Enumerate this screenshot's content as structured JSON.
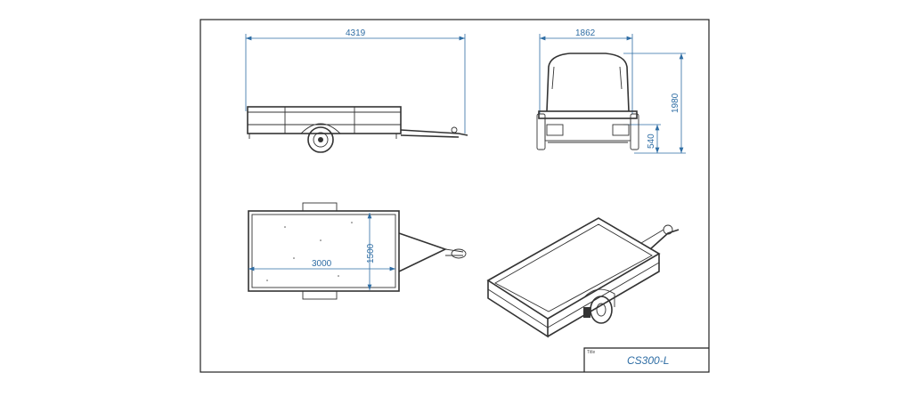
{
  "dimensions": {
    "side_length": "4319",
    "rear_width": "1862",
    "rear_height": "1980",
    "rear_bed_height": "540",
    "top_length": "3000",
    "top_width": "1500"
  },
  "title_block": {
    "label": "Title",
    "value": "CS300-L"
  },
  "colors": {
    "dimension": "#2e6da4",
    "line": "#333333"
  }
}
